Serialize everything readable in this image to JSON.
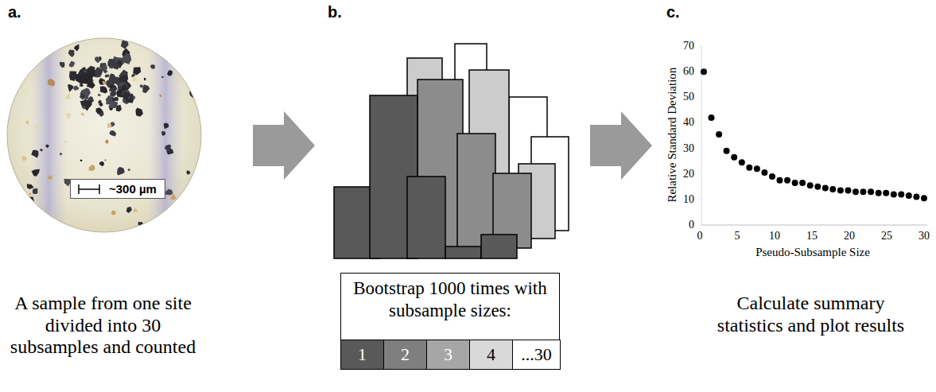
{
  "diagram": {
    "nodes": [
      {
        "text": [
          "~300 µm"
        ]
      },
      {
        "text": [
          "Bootstrap 1000 times with subsample sizes:"
        ]
      },
      {
        "text": [
          "1"
        ],
        "in": 1
      },
      {
        "text": [
          "2"
        ],
        "in": 1
      },
      {
        "text": [
          "3"
        ],
        "in": 1
      },
      {
        "text": [
          "4"
        ],
        "in": 1
      },
      {
        "text": [
          "...30"
        ],
        "in": 1
      }
    ],
    "labels": [
      "a.",
      "b.",
      "c.",
      "70",
      "60",
      "50",
      "40",
      "30",
      "20",
      "10",
      "0",
      "Relative Standard Deviation",
      "0",
      "5",
      "10",
      "15",
      "20",
      "25",
      "30",
      "Pseudo-Subsample Size",
      "A sample from one site divided into 30 subsamples and counted",
      "Calculate summary statistics and plot results"
    ]
  }
}
